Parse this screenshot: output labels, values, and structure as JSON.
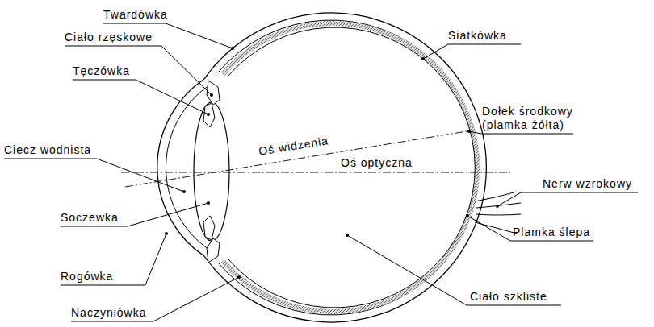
{
  "diagram": {
    "labels": [
      "Twardówka",
      "Ciało rzęskowe",
      "Tęczówka",
      "Ciecz wodnista",
      "Soczewka",
      "Rogówka",
      "Naczyniówka",
      "Siatkówka",
      "Dołek środkowy (plamka żółta)",
      "Oś widzenia",
      "Oś optyczna",
      "Nerw wzrokowy",
      "Plamka ślepa",
      "Ciało szkliste"
    ]
  }
}
